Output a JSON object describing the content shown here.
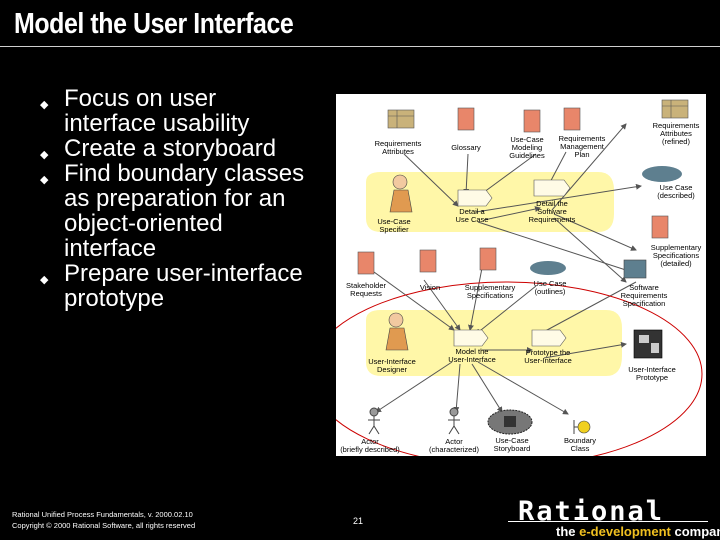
{
  "slide": {
    "title": "Model the User Interface"
  },
  "bullets": [
    "Focus on user interface usability",
    "Create a storyboard",
    "Find boundary classes as preparation for an object-oriented interface",
    "Prepare user-interface prototype"
  ],
  "diagram": {
    "labels": {
      "req_attr": [
        "Requirements",
        "Attributes"
      ],
      "glossary": [
        "Glossary"
      ],
      "ucmg": [
        "Use-Case",
        "Modeling",
        "Guidelines"
      ],
      "rmp": [
        "Requirements",
        "Management",
        "Plan"
      ],
      "req_attr_refined": [
        "Requirements",
        "Attributes",
        "(refined)"
      ],
      "uc_described": [
        "Use Case",
        "(described)"
      ],
      "detail_uc": [
        "Detail a",
        "Use Case"
      ],
      "detail_sw": [
        "Detail the",
        "Software",
        "Requirements"
      ],
      "uc_specifier": [
        "Use-Case",
        "Specifier"
      ],
      "supp_spec_detailed": [
        "Supplementary",
        "Specifications",
        "(detailed)"
      ],
      "stakeholder": [
        "Stakeholder",
        "Requests"
      ],
      "vision": [
        "Vision"
      ],
      "supp_spec": [
        "Supplementary",
        "Specifications"
      ],
      "uc_outlines": [
        "Use Case",
        "(outlines)"
      ],
      "srs": [
        "Software",
        "Requirements",
        "Specification"
      ],
      "model_ui": [
        "Model the",
        "User-Interface"
      ],
      "prototype_ui": [
        "Prototype the",
        "User-Interface"
      ],
      "ui_designer": [
        "User-Interface",
        "Designer"
      ],
      "ui_prototype": [
        "User-Interface",
        "Prototype"
      ],
      "actor_brief": [
        "Actor",
        "(briefly described)"
      ],
      "actor_char": [
        "Actor",
        "(characterized)"
      ],
      "uc_storyboard": [
        "Use-Case",
        "Storyboard"
      ],
      "boundary": [
        "Boundary",
        "Class"
      ]
    }
  },
  "footer": {
    "line1": "Rational Unified Process Fundamentals, v. 2000.02.10",
    "line2": "Copyright © 2000 Rational Software, all rights reserved",
    "page": "21"
  },
  "brand": {
    "name": "Rational",
    "tag_prefix": "the ",
    "tag_accent": "e-development",
    "tag_suffix": " company"
  },
  "colors": {
    "background": "#000000",
    "swimlane": "#fff7a8",
    "ellipse_highlight": "#cc0000",
    "arrow": "#555555",
    "doc_fill": "#e8866a"
  }
}
